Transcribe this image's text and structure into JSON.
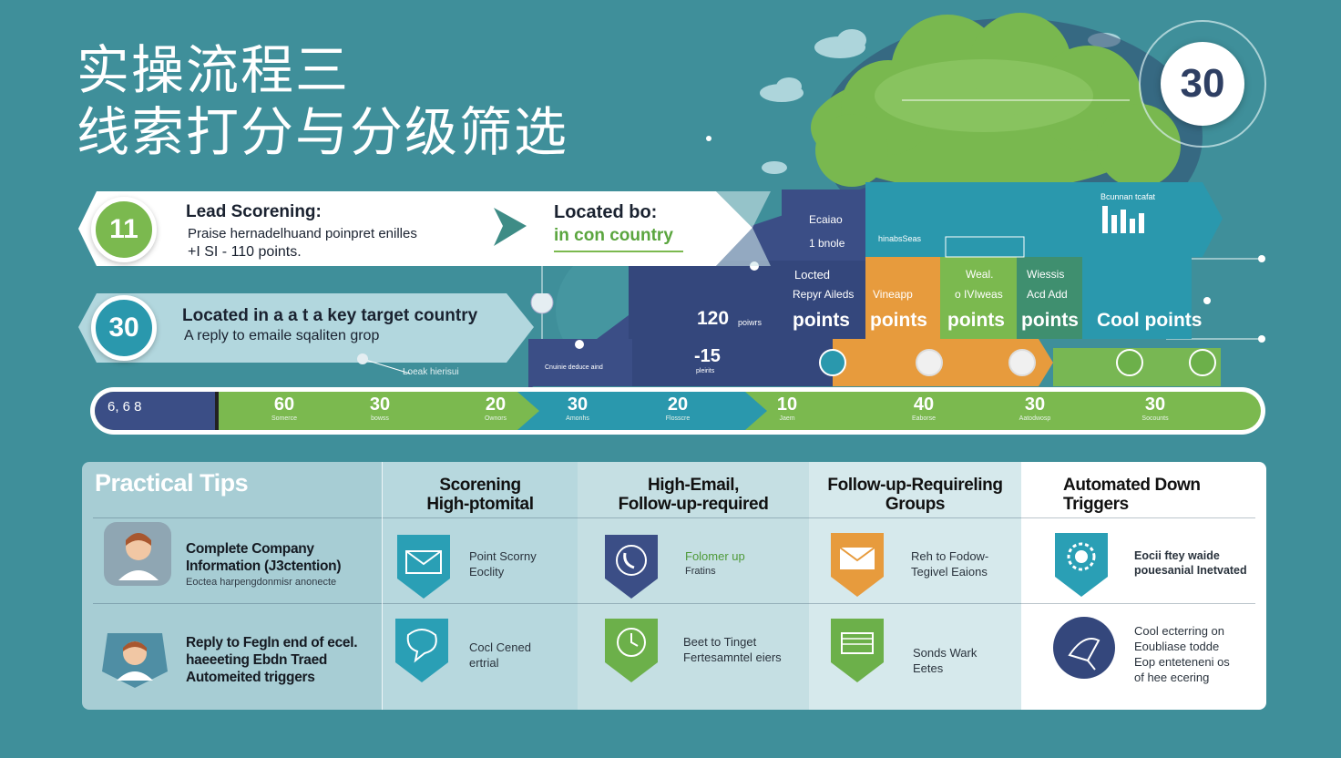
{
  "title": {
    "line1": "实操流程三",
    "line2": "线索打分与分级筛选"
  },
  "top_badge": "30",
  "row1": {
    "badge": "11",
    "title": "Lead Scorening:",
    "sub1": "Praise hernadelhuand poinpret enilles",
    "sub2": "+I SI - 110 points.",
    "right_title": "Located bo:",
    "right_sub": "in con country"
  },
  "row2": {
    "badge": "30",
    "title": "Located in a a t a key target country",
    "sub": "A reply to emaile sqaliten grop",
    "note": "Loeak hierisui"
  },
  "score_panel": {
    "cell1": {
      "line1": "Ecaiao",
      "line2": "1 bnole",
      "value": "120",
      "unit": "poiwrs",
      "points": "points",
      "line3": "Locted",
      "line4": "Repyr Aileds"
    },
    "cell2": {
      "label": "hinabsSeas",
      "line1": "Vineapp",
      "points": "points"
    },
    "cell3": {
      "line1": "Weal.",
      "line2": "o IVIweas",
      "points": "points"
    },
    "cell4": {
      "line1": "Wiessis",
      "line2": "Acd Add",
      "points": "points"
    },
    "cell5": {
      "label": "Bcunnan tcafat",
      "points": "Cool points"
    },
    "mid_value": "-15",
    "mid_unit": "pleirits",
    "mid_small": "Cnuinie deduce aind"
  },
  "timeline": {
    "start": "6, 6 8",
    "values": [
      "60",
      "30",
      "20",
      "30",
      "20",
      "10",
      "40",
      "30",
      "30"
    ],
    "subs": [
      "Somerce",
      "bowss",
      "Ownors",
      "Amonhs",
      "Flosscre",
      "Jaem",
      "Eaborse",
      "Aatodwosp",
      "Socounts"
    ]
  },
  "tips": {
    "heading": "Practical Tips",
    "columns": [
      "Scorening High-ptomital",
      "High-Email, Follow-up-required",
      "Follow-up-Requireling Groups",
      "Automated Down Triggers"
    ],
    "col_heads": {
      "c1_l1": "Scorening",
      "c1_l2": "High-ptomital",
      "c2_l1": "High-Email,",
      "c2_l2": "Follow-up-required",
      "c3_l1": "Follow-up-Requireling",
      "c3_l2": "Groups",
      "c4_l1": "Automated Down",
      "c4_l2": "Triggers"
    },
    "left_items": [
      {
        "l1": "Complete Company",
        "l2": "Information (J3ctention)",
        "sub": "Eoctea harpengdonmisr anonecte"
      },
      {
        "l1": "Reply to Fegln end of ecel.",
        "l2": "haeeeting Ebdn Traed",
        "l3": "Automeited triggers"
      }
    ],
    "cells": {
      "r1c1_l1": "Point Scorny",
      "r1c1_l2": "Eoclity",
      "r1c2_l1": "Folomer up",
      "r1c2_l2": "Fratins",
      "r1c3_l1": "Reh to Fodow-",
      "r1c3_l2": "Tegivel Eaions",
      "r1c4_l1": "Eocii ftey waide",
      "r1c4_l2": "pouesanial Inetvated",
      "r2c1_l1": "Cocl Cened",
      "r2c1_l2": "ertrial",
      "r2c2_l1": "Beet to Tinget",
      "r2c2_l2": "Fertesamntel eiers",
      "r2c3_l1": "Sonds Wark",
      "r2c3_l2": "Eetes",
      "r2c4_l1": "Cool ecterring on",
      "r2c4_l2": "Eoubliase todde",
      "r2c4_l3": "Eop enteteneni os",
      "r2c4_l4": "of hee ecering"
    }
  },
  "colors": {
    "background": "#3f8f9a",
    "navy": "#3b4e86",
    "green": "#7bb94f",
    "teal": "#2a98ad",
    "orange": "#e79b3d",
    "cloud": "#79b84f"
  },
  "icons": [
    "cloud-icon",
    "envelope-icon",
    "phone-icon",
    "clock-icon",
    "gear-icon",
    "avatar-icon"
  ]
}
